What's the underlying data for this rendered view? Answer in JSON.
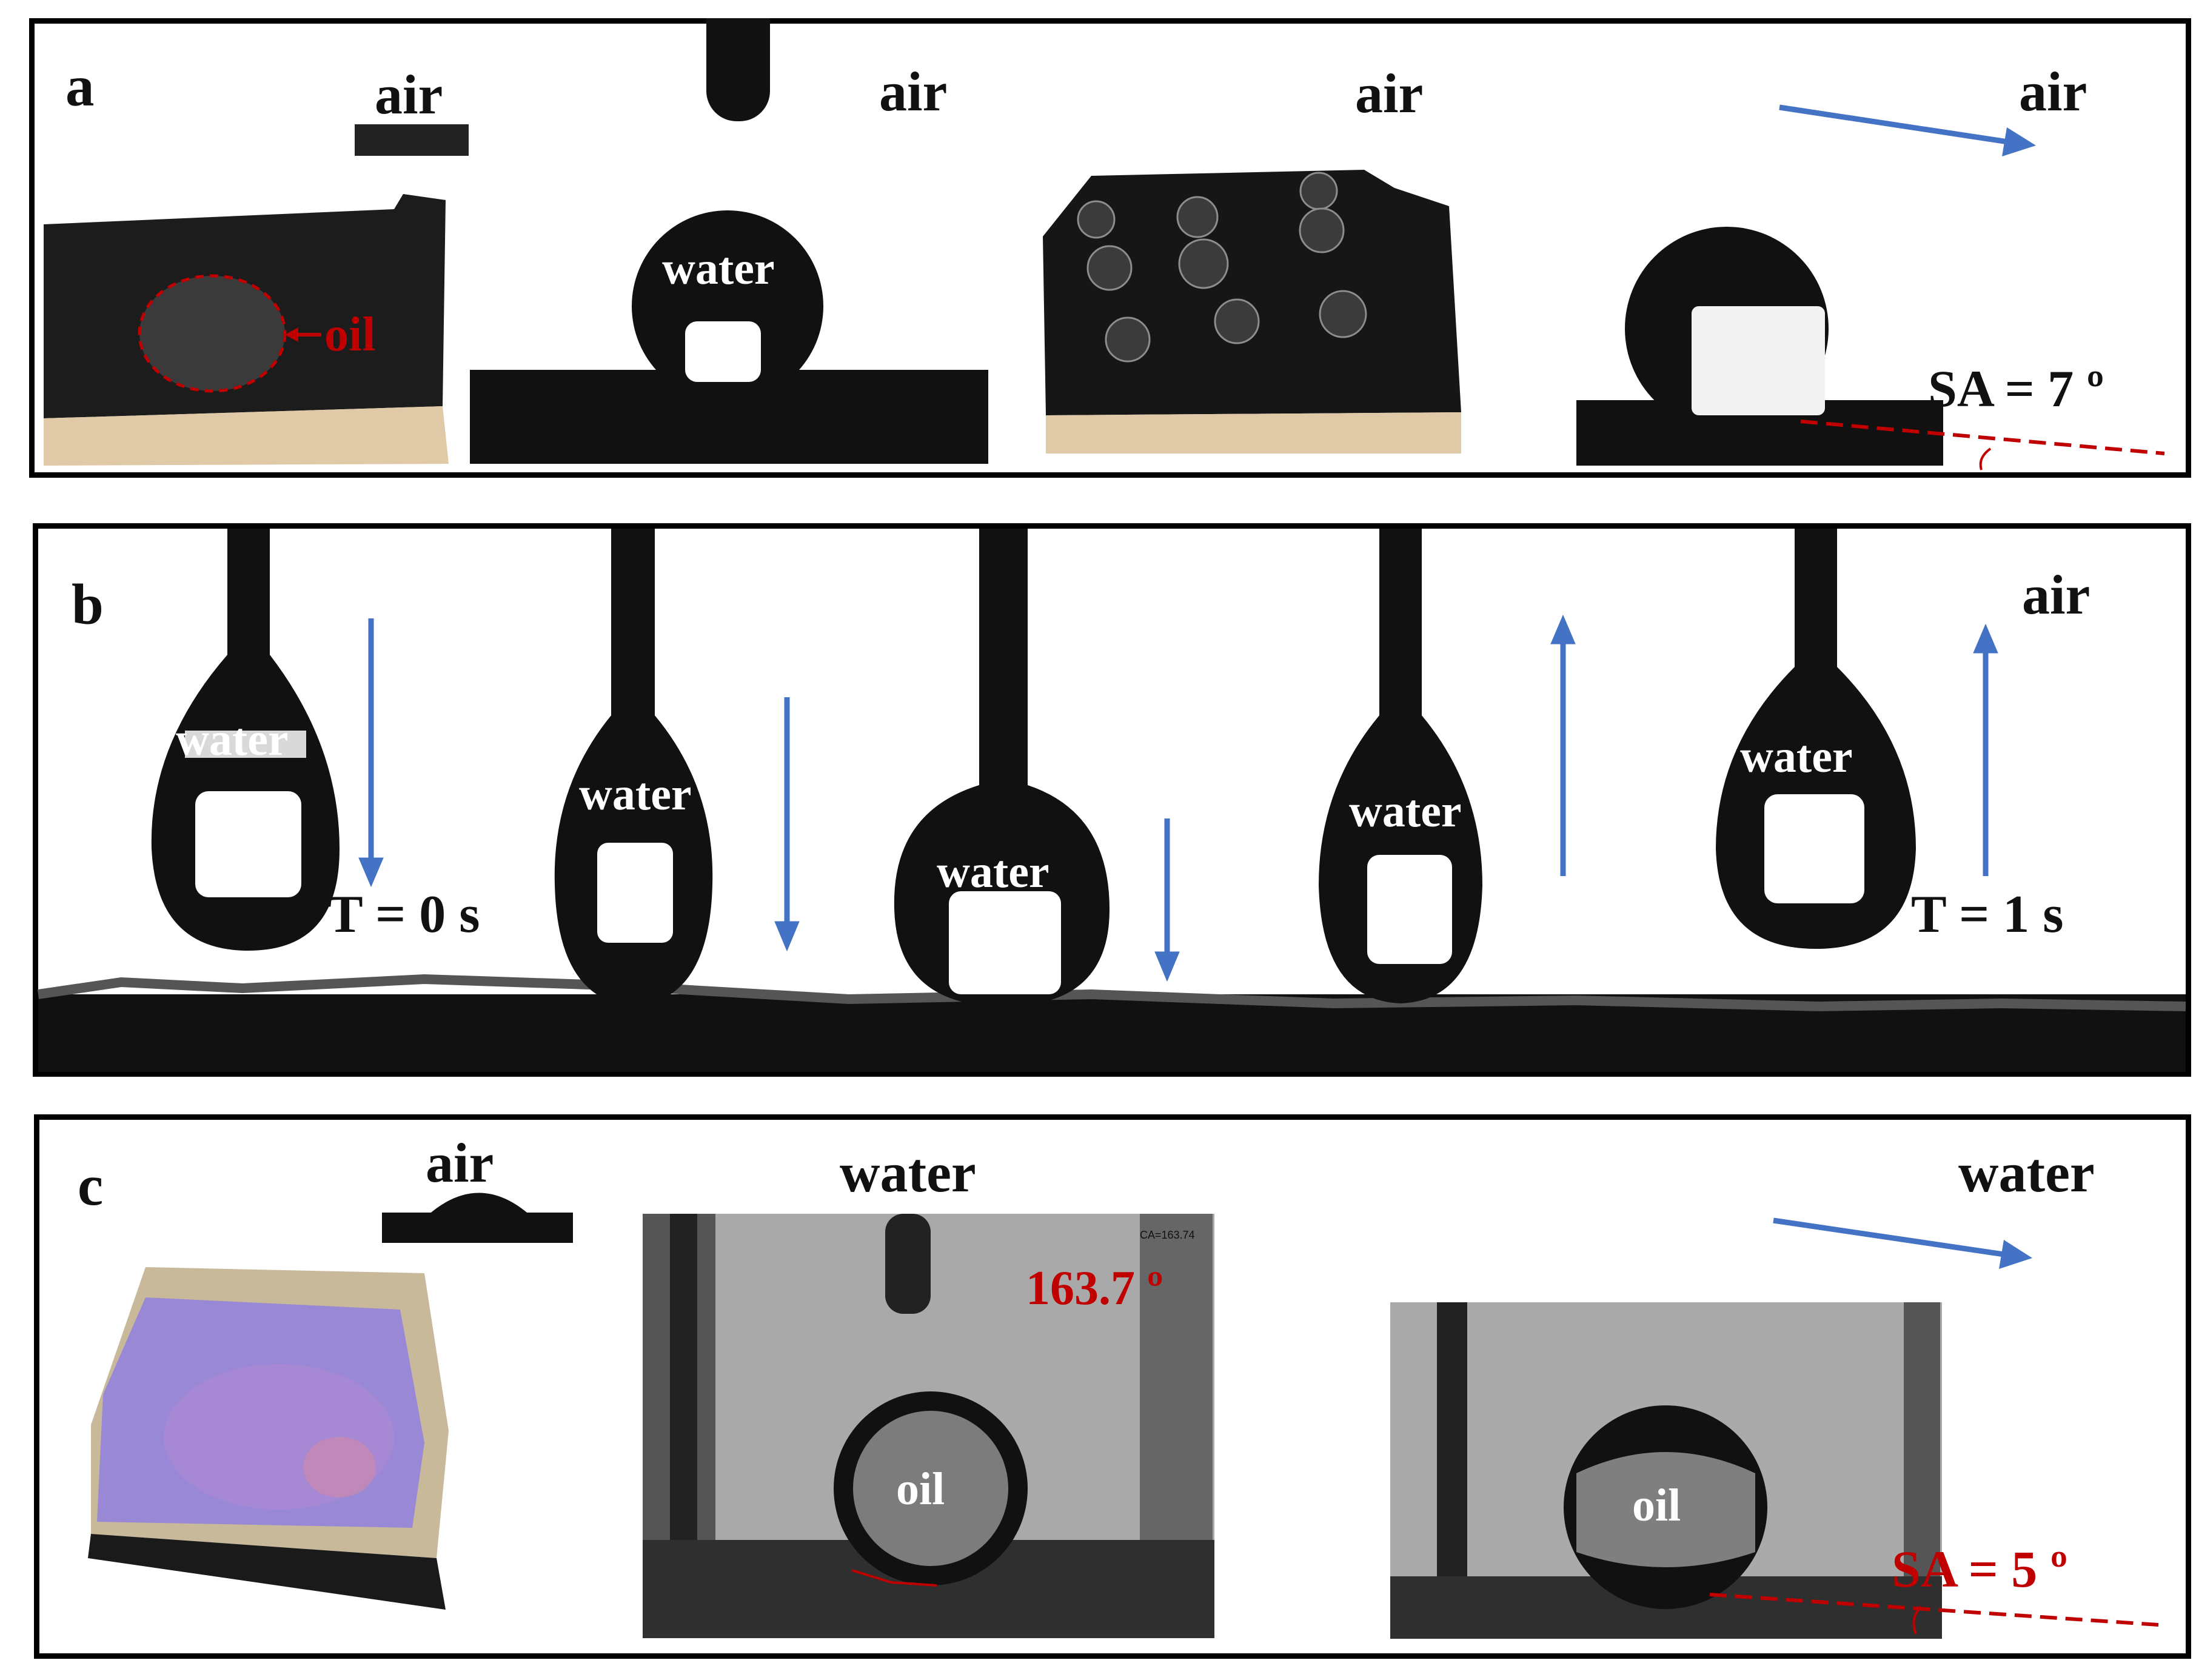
{
  "panel_a": {
    "letter": "a",
    "air_labels": [
      "air",
      "air",
      "air",
      "air"
    ],
    "oil_label": "oil",
    "water_label": "water",
    "sa_label": "SA = 7 º"
  },
  "panel_b": {
    "letter": "b",
    "air_label": "air",
    "water_labels": [
      "water",
      "water",
      "water",
      "water",
      "water"
    ],
    "t_start": "T = 0 s",
    "t_end": "T = 1 s"
  },
  "panel_c": {
    "letter": "c",
    "air_label": "air",
    "water_labels": [
      "water",
      "water"
    ],
    "oil_labels": [
      "oil",
      "oil"
    ],
    "ca_label": "163.7 º",
    "ca_small": "CA=163.74",
    "sa_label": "SA = 5 º"
  },
  "colors": {
    "arrow": "#4472c4",
    "annotation_red": "#c00000",
    "sponge": "#222222",
    "base": "#e0c9a6",
    "droplet": "#111111"
  }
}
